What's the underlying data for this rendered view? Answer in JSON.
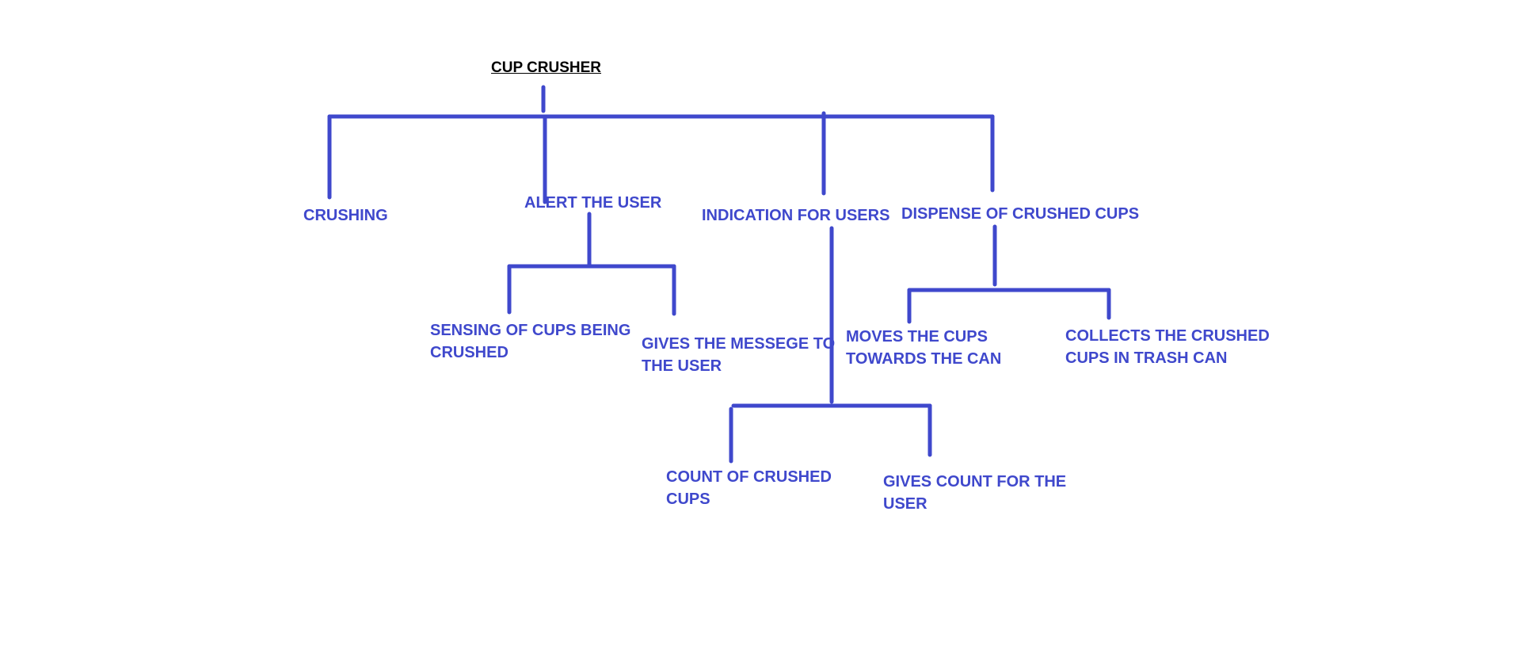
{
  "diagram": {
    "title": "CUP CRUSHER",
    "line_color": "#3F48CC",
    "text_color": "#3F48CC",
    "title_color": "#000000",
    "nodes": {
      "crushing": "CRUSHING",
      "alert_user": "ALERT THE USER",
      "indication_for_users": "INDICATION FOR USERS",
      "dispense_of_crushed_cups": "DISPENSE OF CRUSHED CUPS",
      "sensing_of_cups_line1": "SENSING OF CUPS BEING",
      "sensing_of_cups_line2": "CRUSHED",
      "gives_message_line1": "GIVES THE MESSEGE TO",
      "gives_message_line2": "THE USER",
      "moves_cups_line1": "MOVES THE CUPS",
      "moves_cups_line2": "TOWARDS THE CAN",
      "collects_cups_line1": "COLLECTS THE CRUSHED",
      "collects_cups_line2": "CUPS IN TRASH CAN",
      "count_line1": "COUNT OF CRUSHED",
      "count_line2": "CUPS",
      "gives_count_line1": "GIVES COUNT FOR THE",
      "gives_count_line2": "USER"
    }
  }
}
